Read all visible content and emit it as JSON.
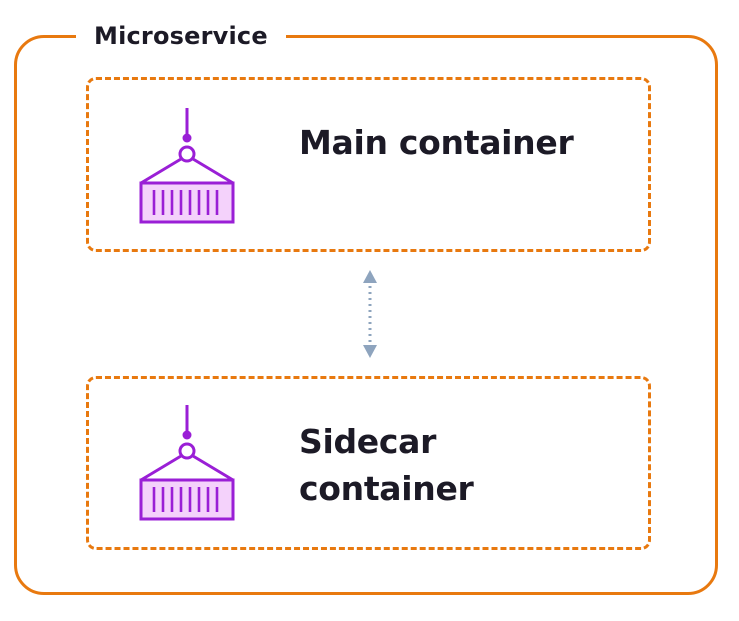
{
  "diagram": {
    "group": {
      "title": "Microservice"
    },
    "nodes": [
      {
        "label": "Main container",
        "icon": "shipping-container-icon"
      },
      {
        "label": "Sidecar container",
        "icon": "shipping-container-icon"
      }
    ],
    "edges": [
      {
        "from": "Main container",
        "to": "Sidecar container",
        "style": "dotted",
        "direction": "bidirectional"
      }
    ],
    "colors": {
      "frame": "#e8790f",
      "icon": "#9a1fd6",
      "icon_fill": "#f4d2fb",
      "connector": "#8ea4be",
      "text": "#1c1a26"
    }
  }
}
